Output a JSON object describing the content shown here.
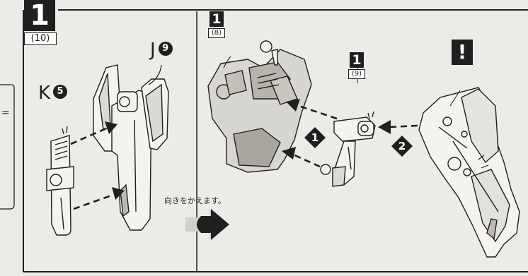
{
  "left_panel": {
    "step": "1",
    "step_sub": "(10)",
    "part_k": "K",
    "part_k_num": "5",
    "part_j": "J",
    "part_j_num": "9"
  },
  "right_panel": {
    "step_top_left": "1",
    "step_top_left_sub": "(8)",
    "step_middle": "1",
    "step_middle_sub": "(9)",
    "caution_mark": "!",
    "order_1": "1",
    "order_2": "2",
    "turn_note": "向きをかえます。"
  },
  "edge_fragment": "="
}
